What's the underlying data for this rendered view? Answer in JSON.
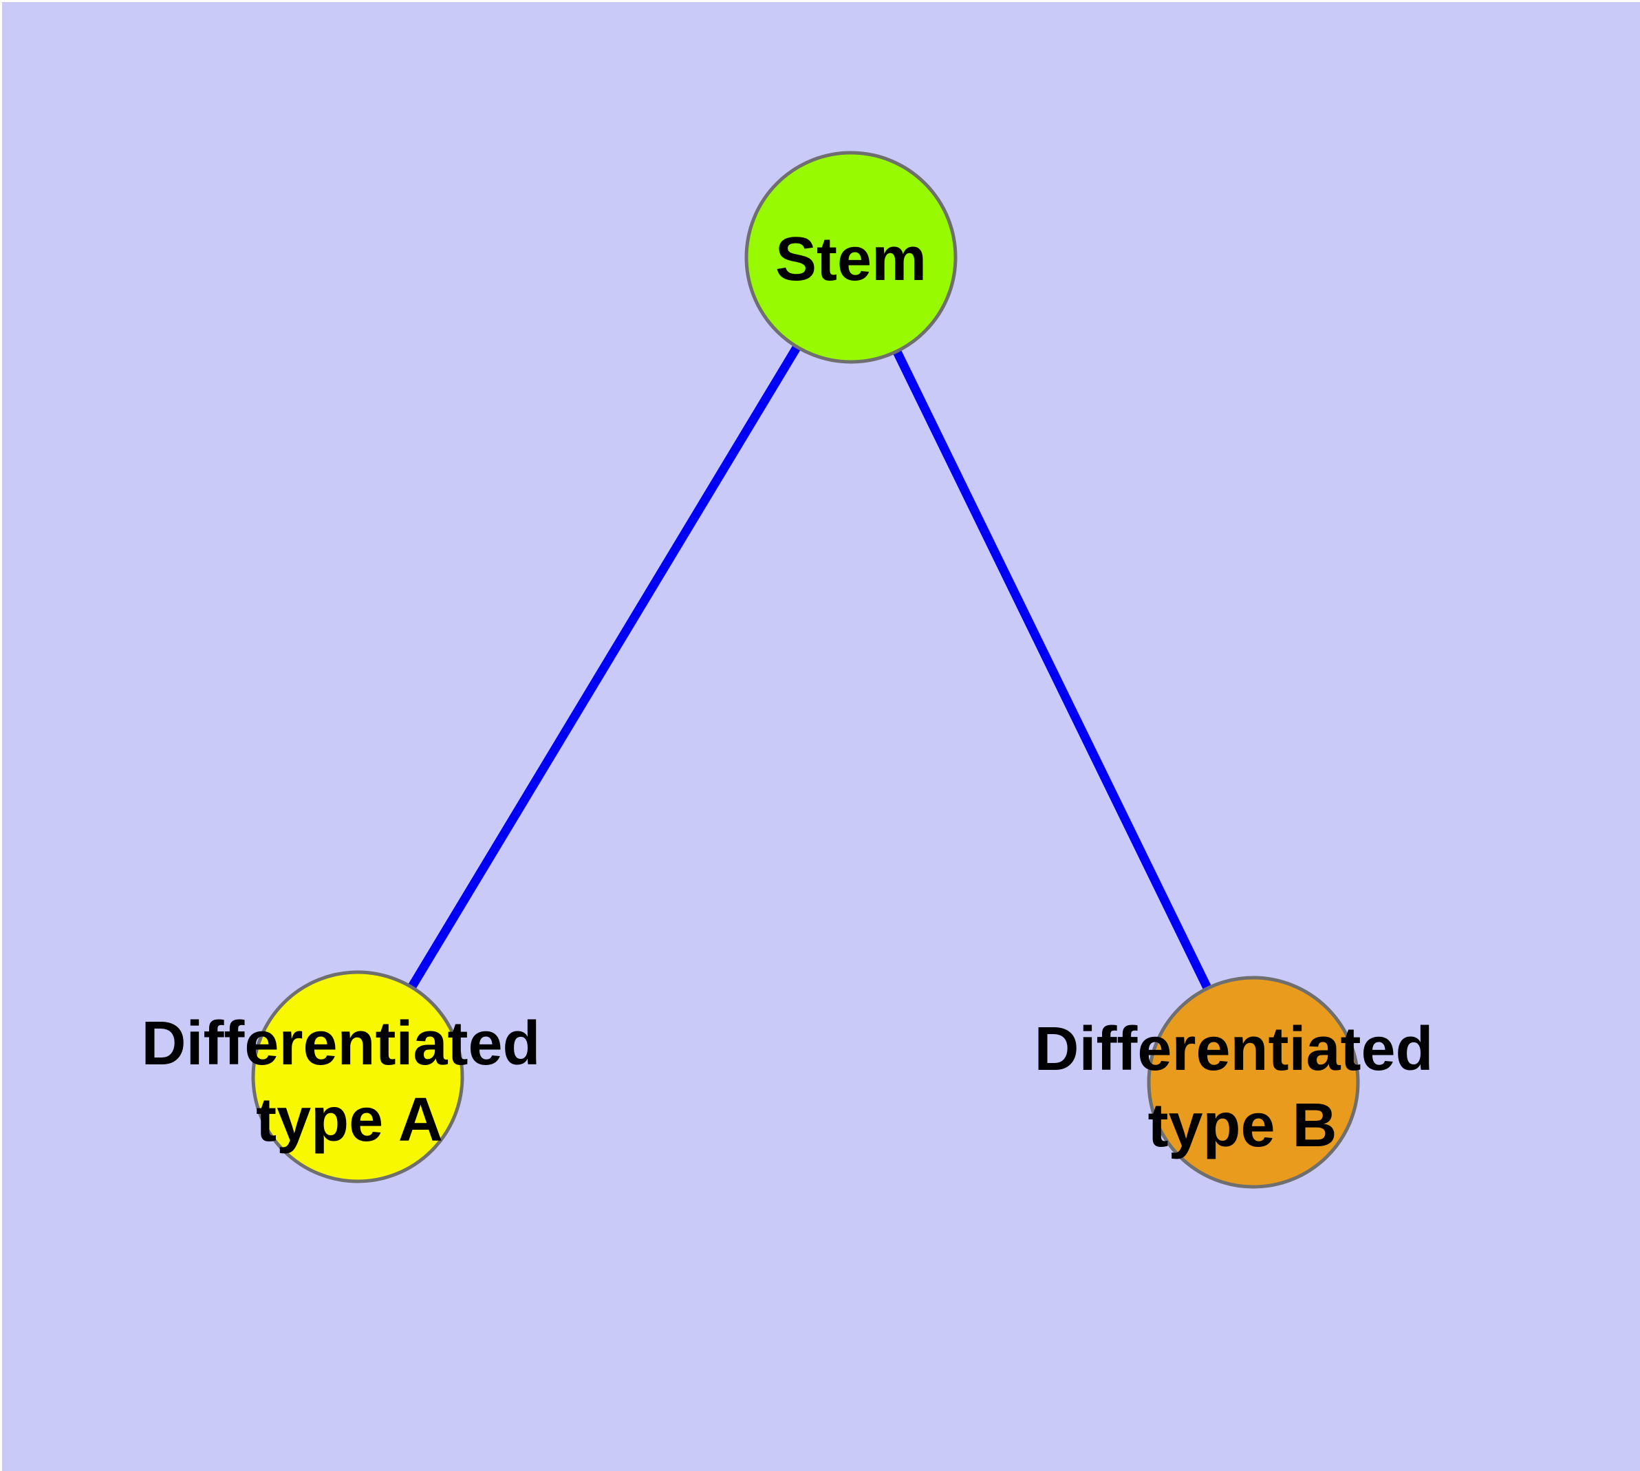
{
  "canvas": {
    "background": "#CACAF8",
    "margin_color": "#FFFFFF"
  },
  "diagram": {
    "type": "graph",
    "description": "Cell differentiation hierarchy: a stem node with two differentiated child types",
    "nodes": [
      {
        "id": "stem",
        "label": "Stem",
        "lines": [
          "Stem"
        ],
        "color": "#98FA00",
        "border_color": "#6F6F6F",
        "text_color": "#000000"
      },
      {
        "id": "differentiated-type-a",
        "label": "Differentiated type A",
        "lines": [
          "Differentiated",
          "type A"
        ],
        "color": "#F8F800",
        "border_color": "#6F6F6F",
        "text_color": "#000000"
      },
      {
        "id": "differentiated-type-b",
        "label": "Differentiated type B",
        "lines": [
          "Differentiated",
          "type B"
        ],
        "color": "#E89B1C",
        "border_color": "#6F6F6F",
        "text_color": "#000000"
      }
    ],
    "edges": [
      {
        "from": "stem",
        "to": "differentiated-type-a",
        "color": "#0000F6"
      },
      {
        "from": "stem",
        "to": "differentiated-type-b",
        "color": "#0000F6"
      }
    ]
  }
}
